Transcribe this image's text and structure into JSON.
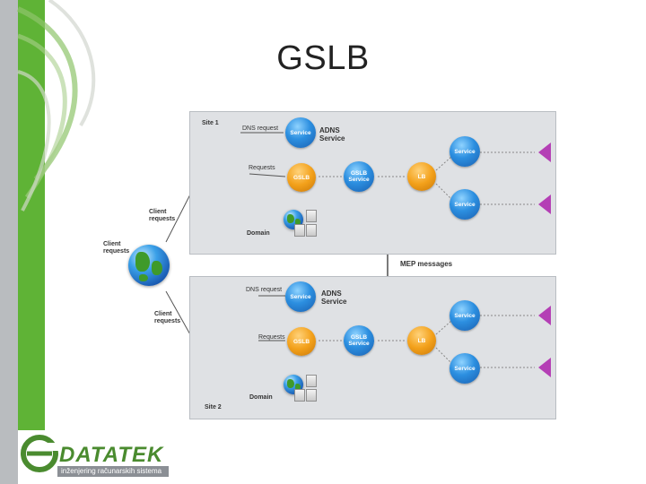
{
  "slide": {
    "title": "GSLB"
  },
  "diagram": {
    "site1": {
      "label": "Site 1",
      "dns_request": "DNS request",
      "requests": "Requests",
      "adns_service": "ADNS Service",
      "domain": "Domain"
    },
    "site2": {
      "label": "Site 2",
      "dns_request": "DNS request",
      "requests": "Requests",
      "adns_service": "ADNS Service",
      "domain": "Domain"
    },
    "nodes": {
      "service": "Service",
      "gslb": "GSLB",
      "gslb_service": "GSLB Service",
      "lb": "LB"
    },
    "client_requests_top": "Client requests",
    "client_requests_mid": "Client requests",
    "client_requests_bottom": "Client requests",
    "mep_messages": "MEP messages",
    "colors": {
      "service_blue": "#2c8fe0",
      "gslb_orange": "#f3a11b",
      "server_purple": "#b43fb5",
      "panel_gray": "#dfe1e4"
    }
  },
  "logo": {
    "name": "DATATEK",
    "tagline": "inženjering računarskih sistema"
  }
}
